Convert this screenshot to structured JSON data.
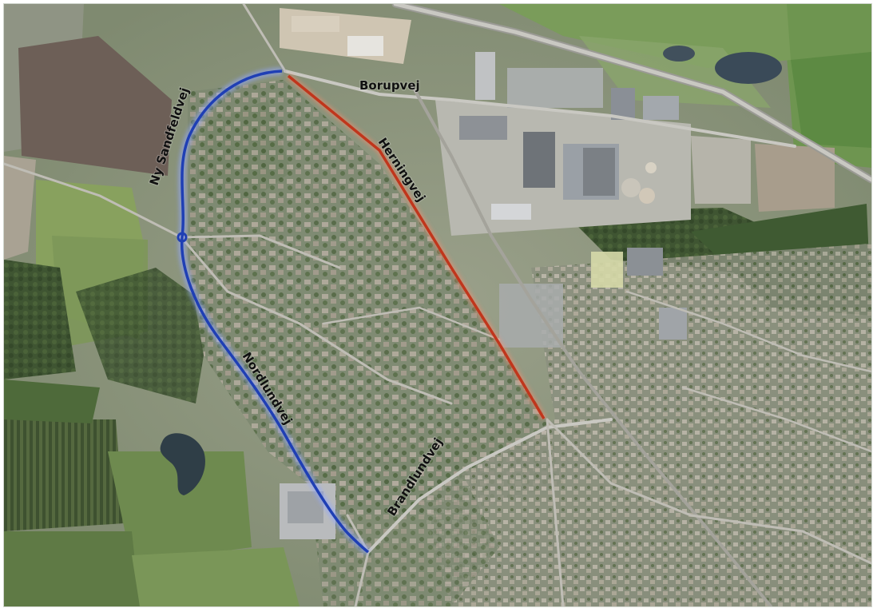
{
  "map": {
    "labels": {
      "borupvej": "Borupvej",
      "herningvej": "Herningvej",
      "ny_sandfeldvej": "Ny Sandfeldvej",
      "nordlundvej": "Nordlundvej",
      "brandlundvej": "Brandlundvej"
    },
    "colors": {
      "highlight_blue": "#1f3fb4",
      "highlight_red": "#c0361c",
      "halo": "#8fa6ff"
    }
  }
}
